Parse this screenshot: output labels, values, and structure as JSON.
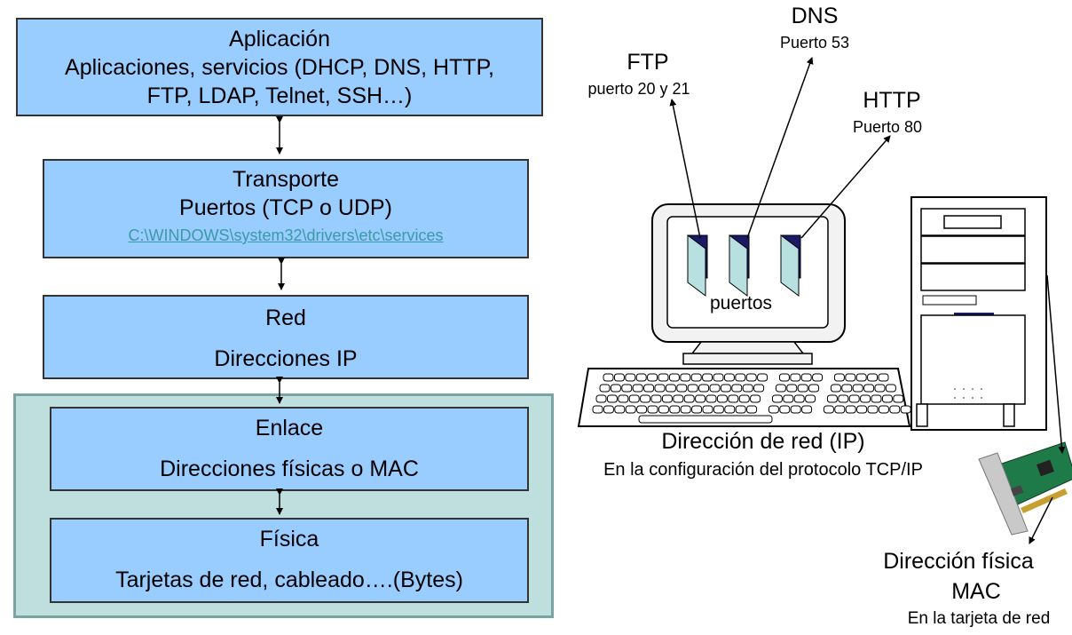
{
  "layers": {
    "aplicacion": {
      "title": "Aplicación",
      "line2": "Aplicaciones, servicios (DHCP, DNS, HTTP,",
      "line3": "FTP,  LDAP, Telnet, SSH…)"
    },
    "transporte": {
      "title": "Transporte",
      "line2": "Puertos (TCP o UDP)",
      "link": "C:\\WINDOWS\\system32\\drivers\\etc\\services"
    },
    "red": {
      "title": "Red",
      "line2": "Direcciones IP"
    },
    "enlace": {
      "title": "Enlace",
      "line2": "Direcciones físicas o MAC"
    },
    "fisica": {
      "title": "Física",
      "line2": "Tarjetas de red, cableado….(Bytes)"
    }
  },
  "ports": {
    "ftp": {
      "name": "FTP",
      "port": "puerto 20 y 21"
    },
    "dns": {
      "name": "DNS",
      "port": "Puerto 53"
    },
    "http": {
      "name": "HTTP",
      "port": "Puerto 80"
    },
    "screen_label": "puertos"
  },
  "network": {
    "ip_title": "Dirección de red (IP)",
    "ip_sub": "En la configuración del protocolo TCP/IP",
    "mac_title_1": "Dirección física",
    "mac_title_2": "MAC",
    "mac_sub": "En la tarjeta de red"
  },
  "colors": {
    "layer_fill": "#99ccff",
    "link_group_fill": "#bfdfdf",
    "link_text": "#3b9aa6",
    "port_door": "#b8e0e0",
    "port_dark": "#1a1a66"
  }
}
